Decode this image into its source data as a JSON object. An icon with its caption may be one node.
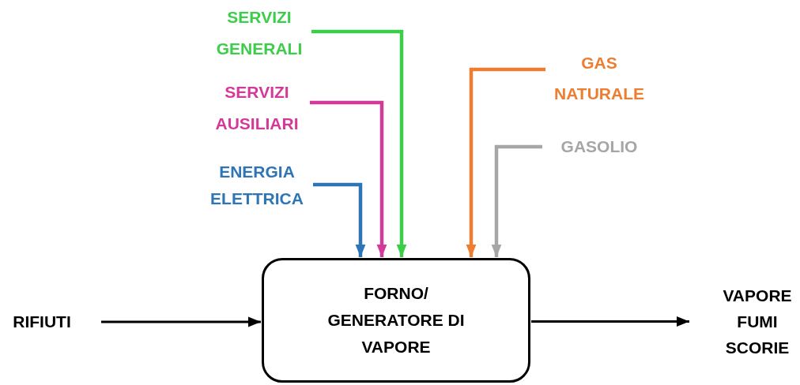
{
  "diagram": {
    "nodes": [
      {
        "text": [
          "RIFIUTI"
        ]
      },
      {
        "text": [
          "FORNO/ GENERATORE DI VAPORE"
        ]
      },
      {
        "text": [
          "VAPORE FUMI SCORIE"
        ]
      },
      {
        "text": [
          "SERVIZI GENERALI"
        ]
      },
      {
        "text": [
          "SERVIZI AUSILIARI"
        ]
      },
      {
        "text": [
          "ENERGIA ELETTRICA"
        ]
      },
      {
        "text": [
          "GAS NATURALE"
        ]
      },
      {
        "text": [
          "GASOLIO"
        ]
      }
    ],
    "edges": [
      {
        "from": 0,
        "to": 1,
        "arrow": "to"
      },
      {
        "from": 1,
        "to": 2,
        "arrow": "to"
      },
      {
        "from": 3,
        "to": 1,
        "arrow": "to",
        "color": "#3ccd4b"
      },
      {
        "from": 4,
        "to": 1,
        "arrow": "to",
        "color": "#d4399a"
      },
      {
        "from": 5,
        "to": 1,
        "arrow": "to",
        "color": "#2e75b6"
      },
      {
        "from": 6,
        "to": 1,
        "arrow": "to",
        "color": "#ed7d31"
      },
      {
        "from": 7,
        "to": 1,
        "arrow": "to",
        "color": "#a6a6a6"
      }
    ]
  }
}
